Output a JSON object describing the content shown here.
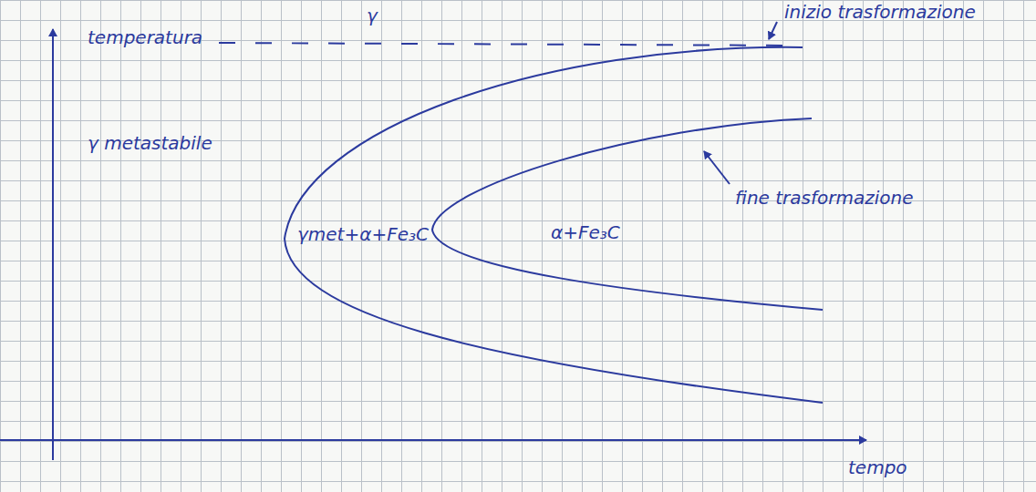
{
  "diagram": {
    "labels": [
      "temperatura",
      "γ",
      "inizio trasformazione",
      "γ metastabile",
      "γmet+α+Fe₃C",
      "α+Fe₃C",
      "fine trasformazione",
      "tempo"
    ]
  }
}
